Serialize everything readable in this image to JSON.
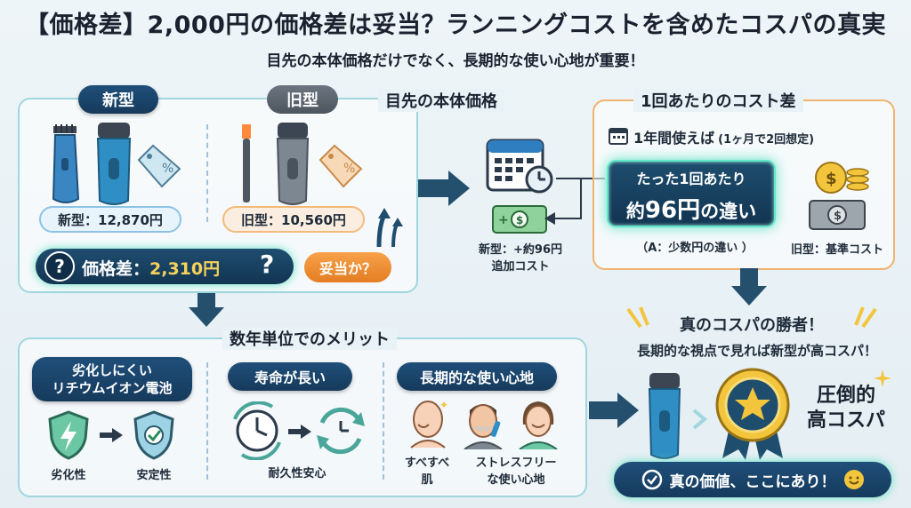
{
  "header": {
    "title": "【価格差】2,000円の価格差は妥当？ランニングコストを含めたコスパの真実",
    "subtitle": "目先の本体価格だけでなく、長期的な使い心地が重要！"
  },
  "price_panel": {
    "heading": "目先の本体価格",
    "new_label": "新型",
    "old_label": "旧型",
    "new_price": "新型：12,870円",
    "old_price": "旧型：10,560円",
    "question_mark": "?",
    "diff_label": "価格差：",
    "diff_value": "2,310円",
    "question_mark_2": "?",
    "valid_badge": "妥当か？"
  },
  "cost_panel": {
    "heading": "1回あたりのコスト差",
    "year_label": "1年間使えば",
    "year_note": "(1ヶ月で2回想定)",
    "glow_line1": "たった1回あたり",
    "glow_line2_a": "約",
    "glow_line2_b": "96円",
    "glow_line2_c": "の違い",
    "note": "（A：少数円の違い ）",
    "new_cost_line1": "新型：+約96円",
    "new_cost_line2": "追加コスト",
    "old_cost": "旧型：基準コスト"
  },
  "merit_panel": {
    "heading": "数年単位でのメリット",
    "battery_title_1": "劣化しにくい",
    "battery_title_2": "リチウムイオン電池",
    "battery_from": "劣化性",
    "battery_to": "安定性",
    "life_title": "寿命が長い",
    "life_caption": "耐久性安心",
    "comfort_title": "長期的な使い心地",
    "comfort_caption_1a": "すべすべ",
    "comfort_caption_1b": "肌",
    "comfort_caption_2a": "ストレスフリー",
    "comfort_caption_2b": "な使い心地"
  },
  "winner_panel": {
    "title": "真のコスパの勝者！",
    "subtitle": "長期的な視点で見れば新型が高コスパ！",
    "badge_1": "圧倒的",
    "badge_2": "高コスパ",
    "footer": "真の価値、ここにあり！"
  },
  "colors": {
    "accent_teal": "#62e6c8",
    "navy": "#163a5c",
    "orange": "#f1b26f",
    "gold": "#f2c53d"
  }
}
